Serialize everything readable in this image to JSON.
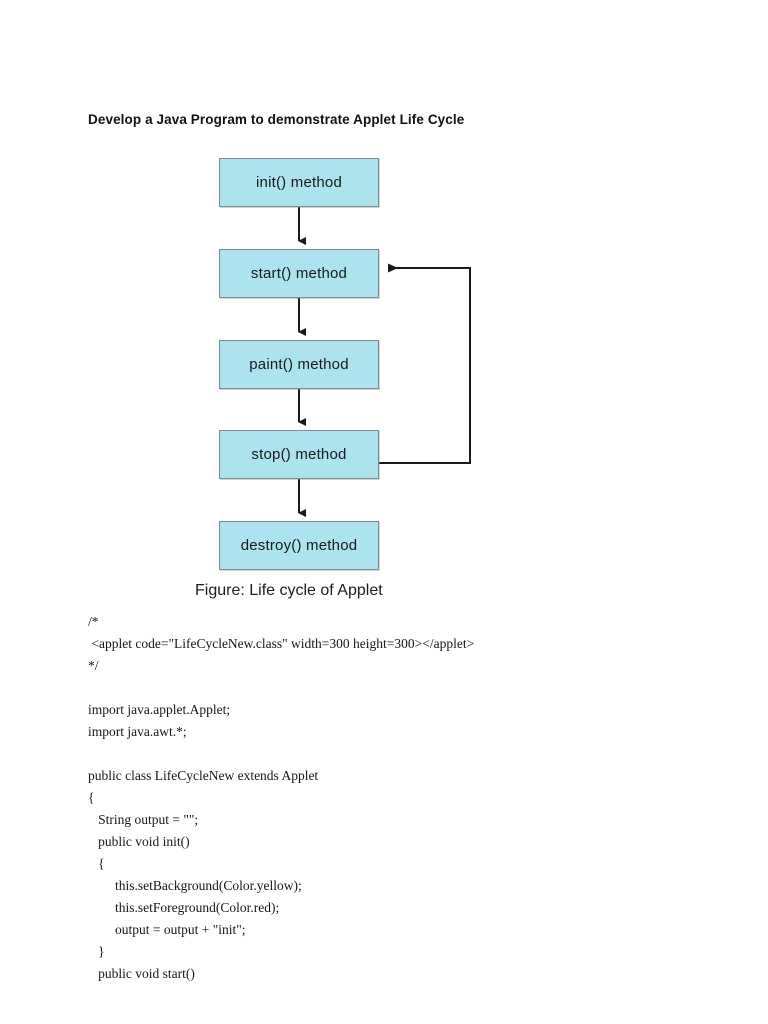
{
  "document": {
    "title": "Develop a Java Program to demonstrate Applet Life Cycle",
    "background_color": "#ffffff"
  },
  "figure": {
    "caption": "Figure: Life cycle of Applet",
    "node_fill_color": "#ade2ef",
    "node_border_color": "#7a8b92",
    "arrow_color": "#1a1a1a",
    "nodes": [
      {
        "id": "init",
        "label": "init() method"
      },
      {
        "id": "start",
        "label": "start() method"
      },
      {
        "id": "paint",
        "label": "paint() method"
      },
      {
        "id": "stop",
        "label": "stop() method"
      },
      {
        "id": "destroy",
        "label": "destroy() method"
      }
    ],
    "edges": [
      {
        "from": "init",
        "to": "start",
        "type": "straight-down"
      },
      {
        "from": "start",
        "to": "paint",
        "type": "straight-down"
      },
      {
        "from": "paint",
        "to": "stop",
        "type": "straight-down"
      },
      {
        "from": "stop",
        "to": "destroy",
        "type": "straight-down"
      },
      {
        "from": "stop",
        "to": "start",
        "type": "feedback-loop-right"
      }
    ]
  },
  "code": {
    "lines": [
      "/*",
      " <applet code=\"LifeCycleNew.class\" width=300 height=300></applet>",
      "*/",
      "",
      "import java.applet.Applet;",
      "import java.awt.*;",
      "",
      "public class LifeCycleNew extends Applet",
      "{",
      "   String output = \"\";",
      "   public void init()",
      "   {",
      "        this.setBackground(Color.yellow);",
      "        this.setForeground(Color.red);",
      "        output = output + \"init\";",
      "   }",
      "   public void start()"
    ]
  }
}
